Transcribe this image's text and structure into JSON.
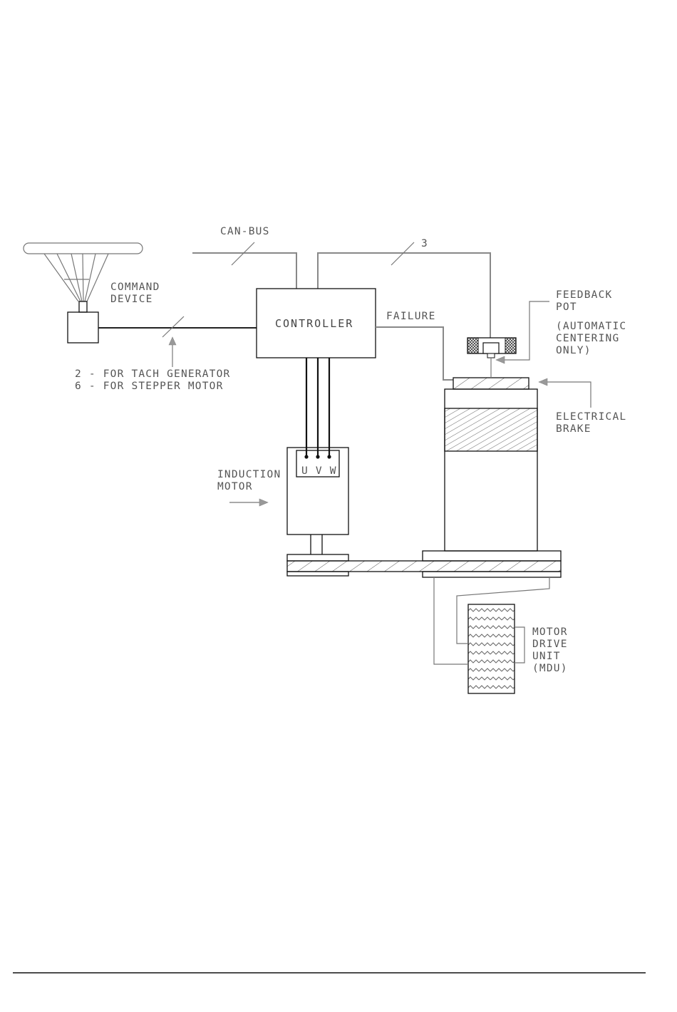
{
  "labels": {
    "can_bus": "CAN-BUS",
    "bus_count": "3",
    "command_device": [
      "COMMAND",
      "DEVICE"
    ],
    "controller": "CONTROLLER",
    "failure": "FAILURE",
    "feedback_pot": [
      "FEEDBACK",
      "POT",
      "(AUTOMATIC",
      "CENTERING",
      "ONLY)"
    ],
    "electrical_brake": [
      "ELECTRICAL",
      "BRAKE"
    ],
    "tach_note": [
      "2 - FOR TACH GENERATOR",
      "6 - FOR STEPPER MOTOR"
    ],
    "induction_motor": [
      "INDUCTION",
      "MOTOR"
    ],
    "terminals": "U V W",
    "mdu": [
      "MOTOR",
      "DRIVE",
      "UNIT",
      "(MDU)"
    ]
  }
}
